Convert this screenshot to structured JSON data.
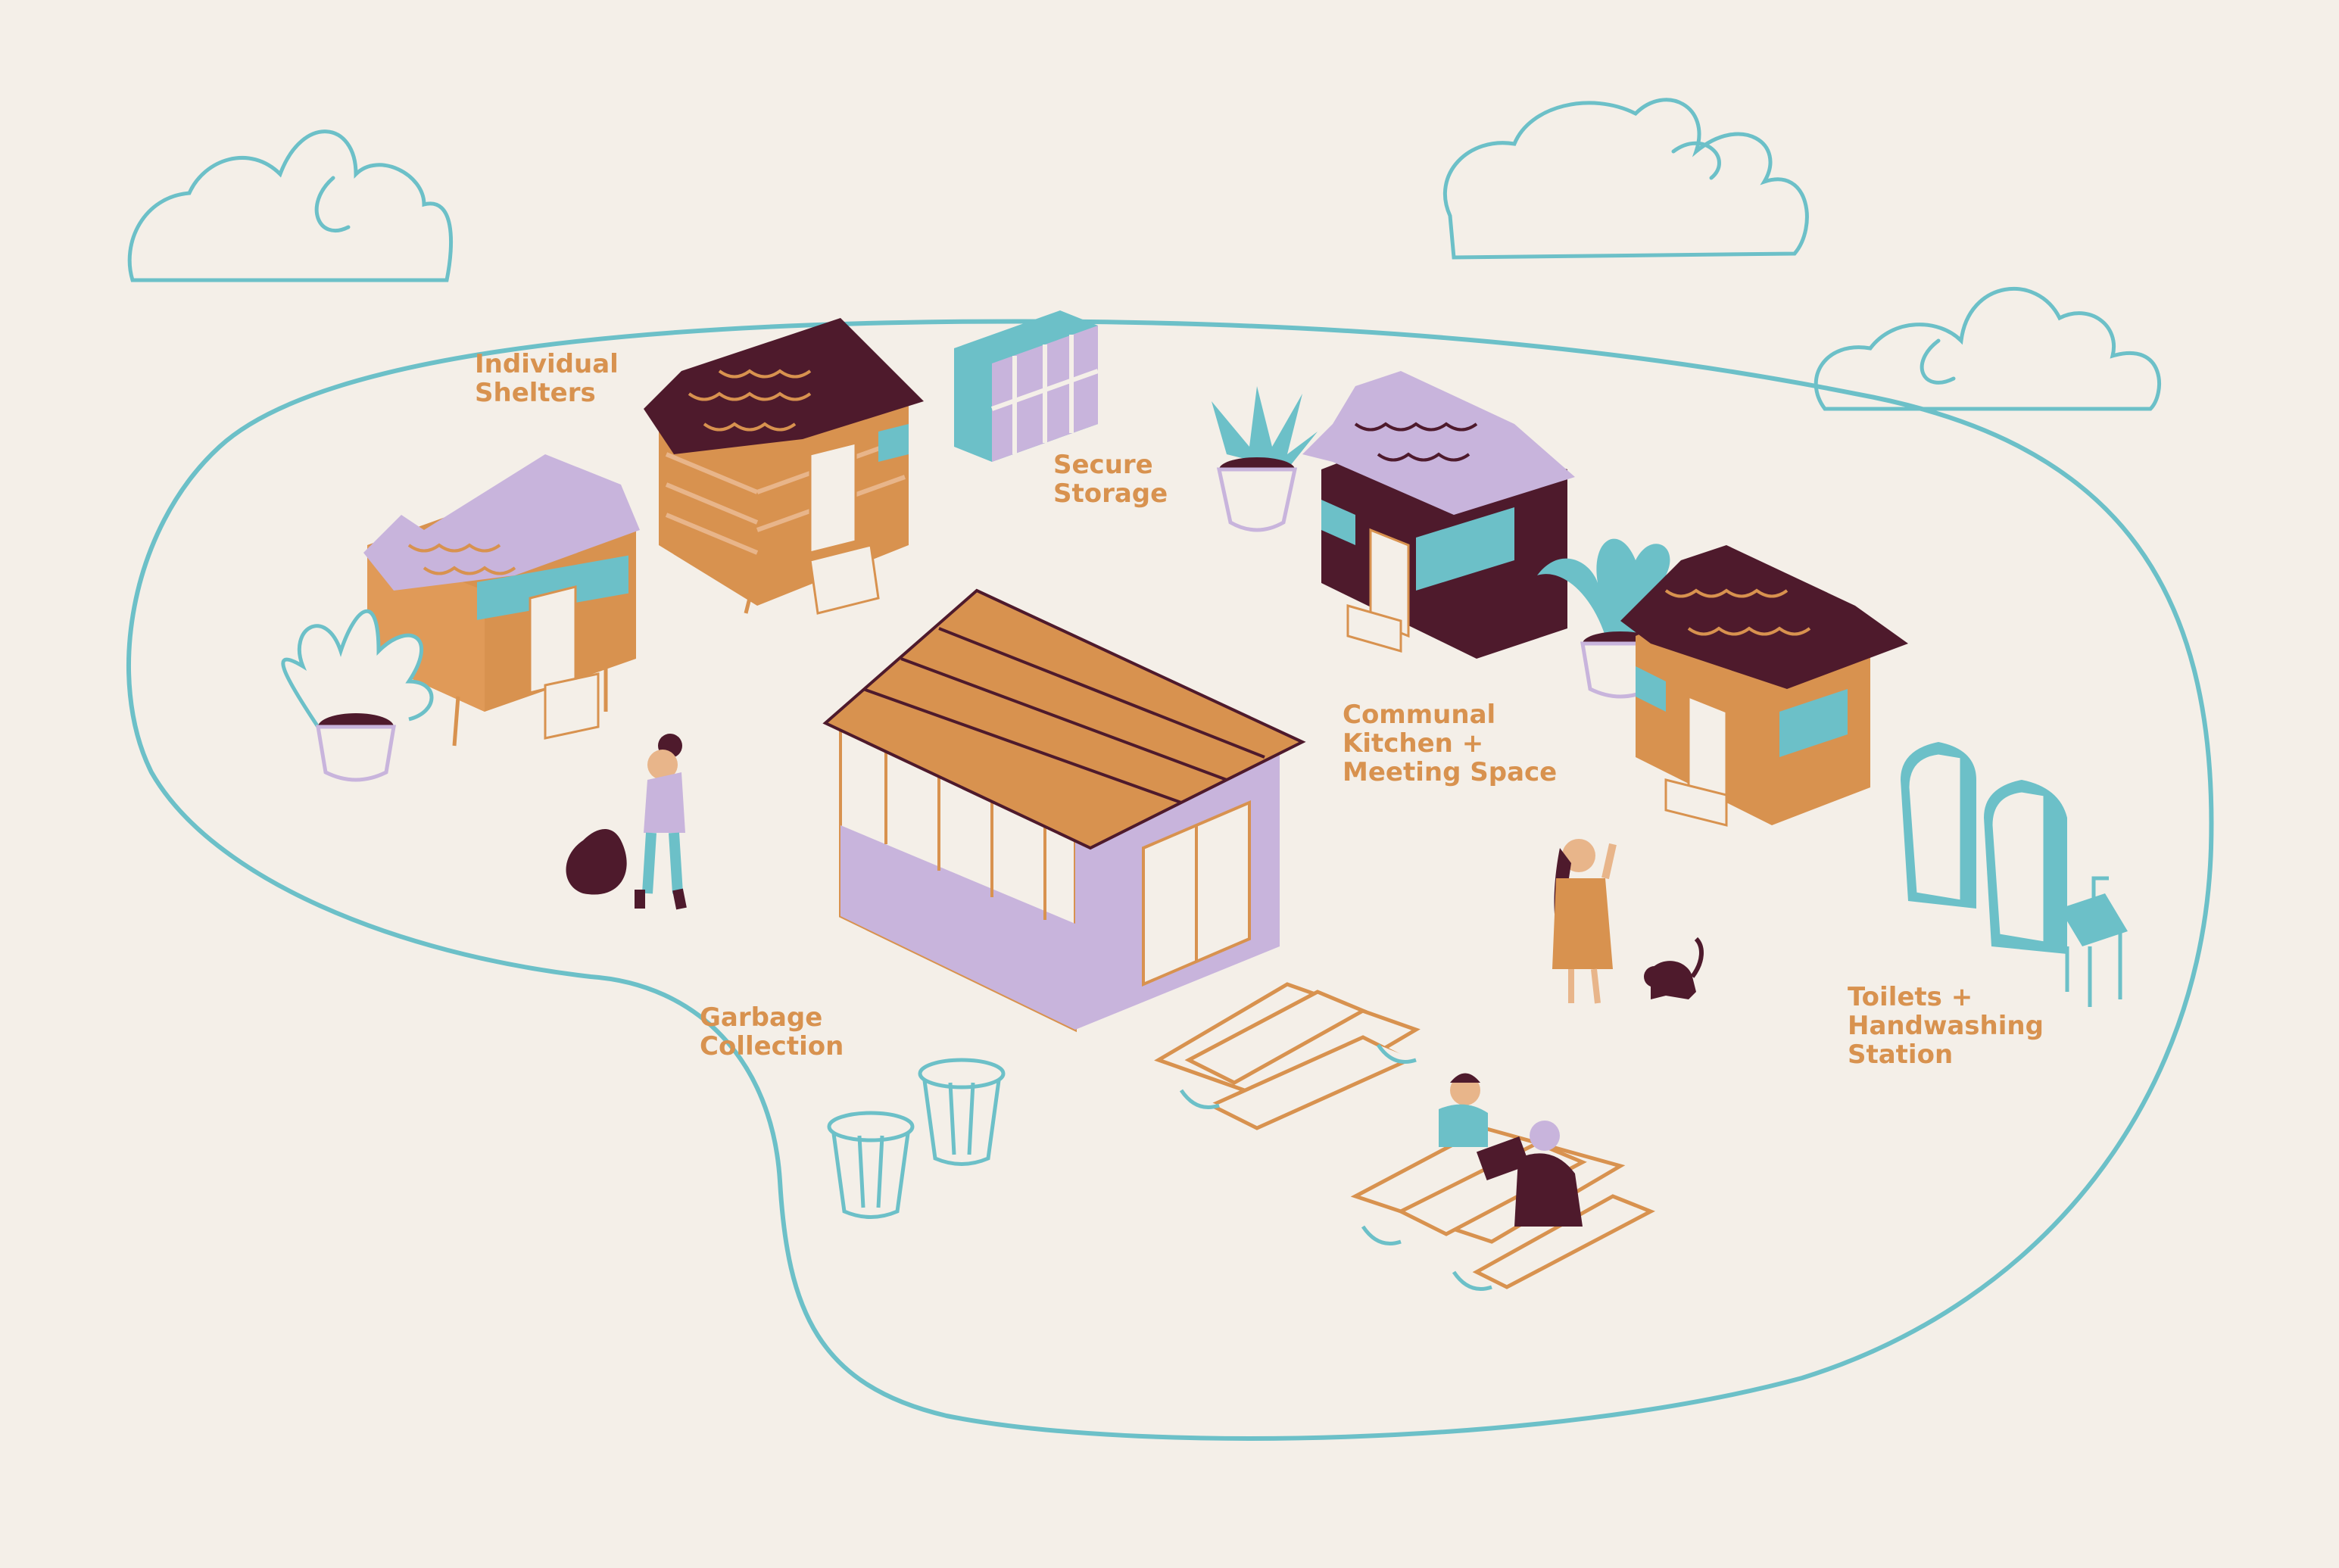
{
  "labels": {
    "shelters": [
      "Individual",
      "Shelters"
    ],
    "storage": [
      "Secure",
      "Storage"
    ],
    "kitchen": [
      "Communal",
      "Kitchen +",
      "Meeting Space"
    ],
    "garbage": [
      "Garbage",
      "Collection"
    ],
    "toilets": [
      "Toilets +",
      "Handwashing",
      "Station"
    ]
  },
  "colors": {
    "background": "#f4efe8",
    "outline": "#6cc0c8",
    "label": "#d8924f",
    "lavender": "#c8b4dc",
    "plum": "#4e1a2c",
    "orange": "#d8924f",
    "teal": "#6cc0c8"
  },
  "icons": [
    "cloud-icon",
    "shelter-icon",
    "locker-icon",
    "plant-icon",
    "kitchen-building-icon",
    "picnic-table-icon",
    "trash-can-icon",
    "toilet-icon",
    "sink-icon",
    "person-icon",
    "cat-icon",
    "garbage-bag-icon"
  ]
}
